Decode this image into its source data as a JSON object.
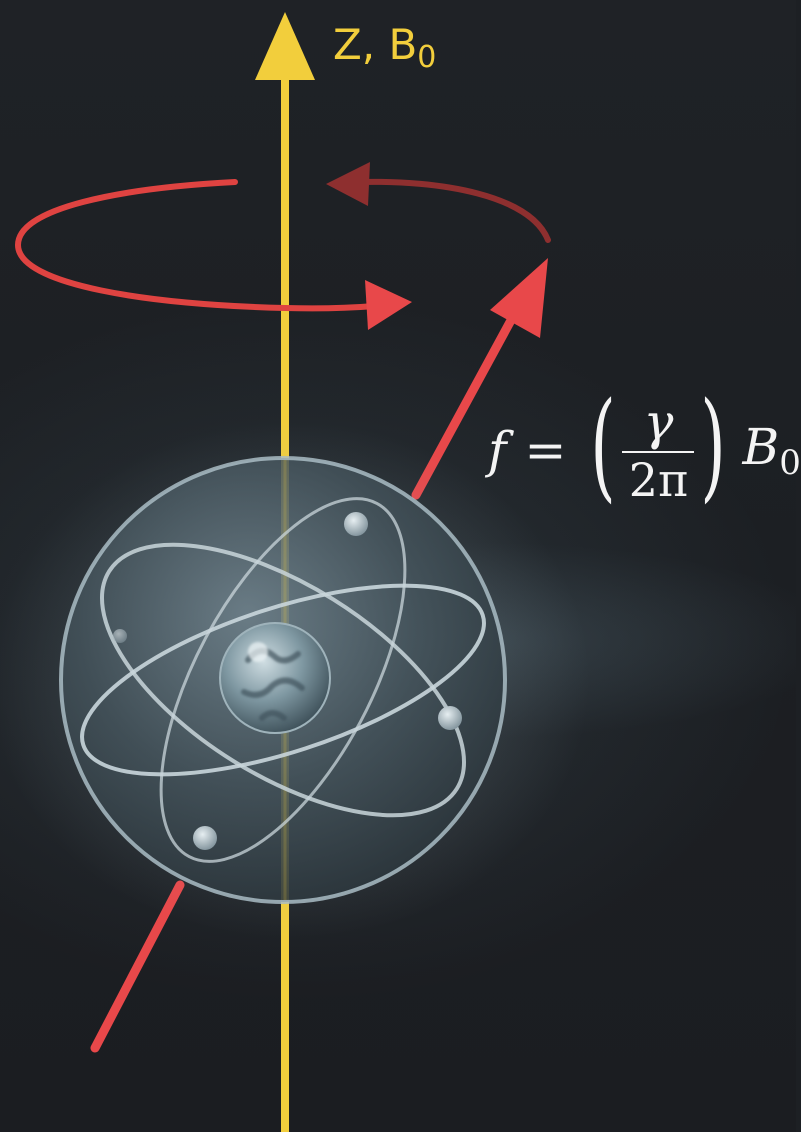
{
  "axis": {
    "label": "Z, B",
    "label_subscript": "0",
    "color": "#f2ce3c"
  },
  "spin_vector": {
    "color": "#e8484a"
  },
  "precession": {
    "color": "#e0413f"
  },
  "formula": {
    "lhs": "f",
    "equals": "=",
    "paren_open": "(",
    "numerator": "γ",
    "denominator": "2π",
    "paren_close": ")",
    "field": "B",
    "field_subscript": "0",
    "color": "#f4f4f4"
  },
  "atom": {
    "sphere_color": "#8fa3ad",
    "nucleus_color": "#6d8a96"
  }
}
